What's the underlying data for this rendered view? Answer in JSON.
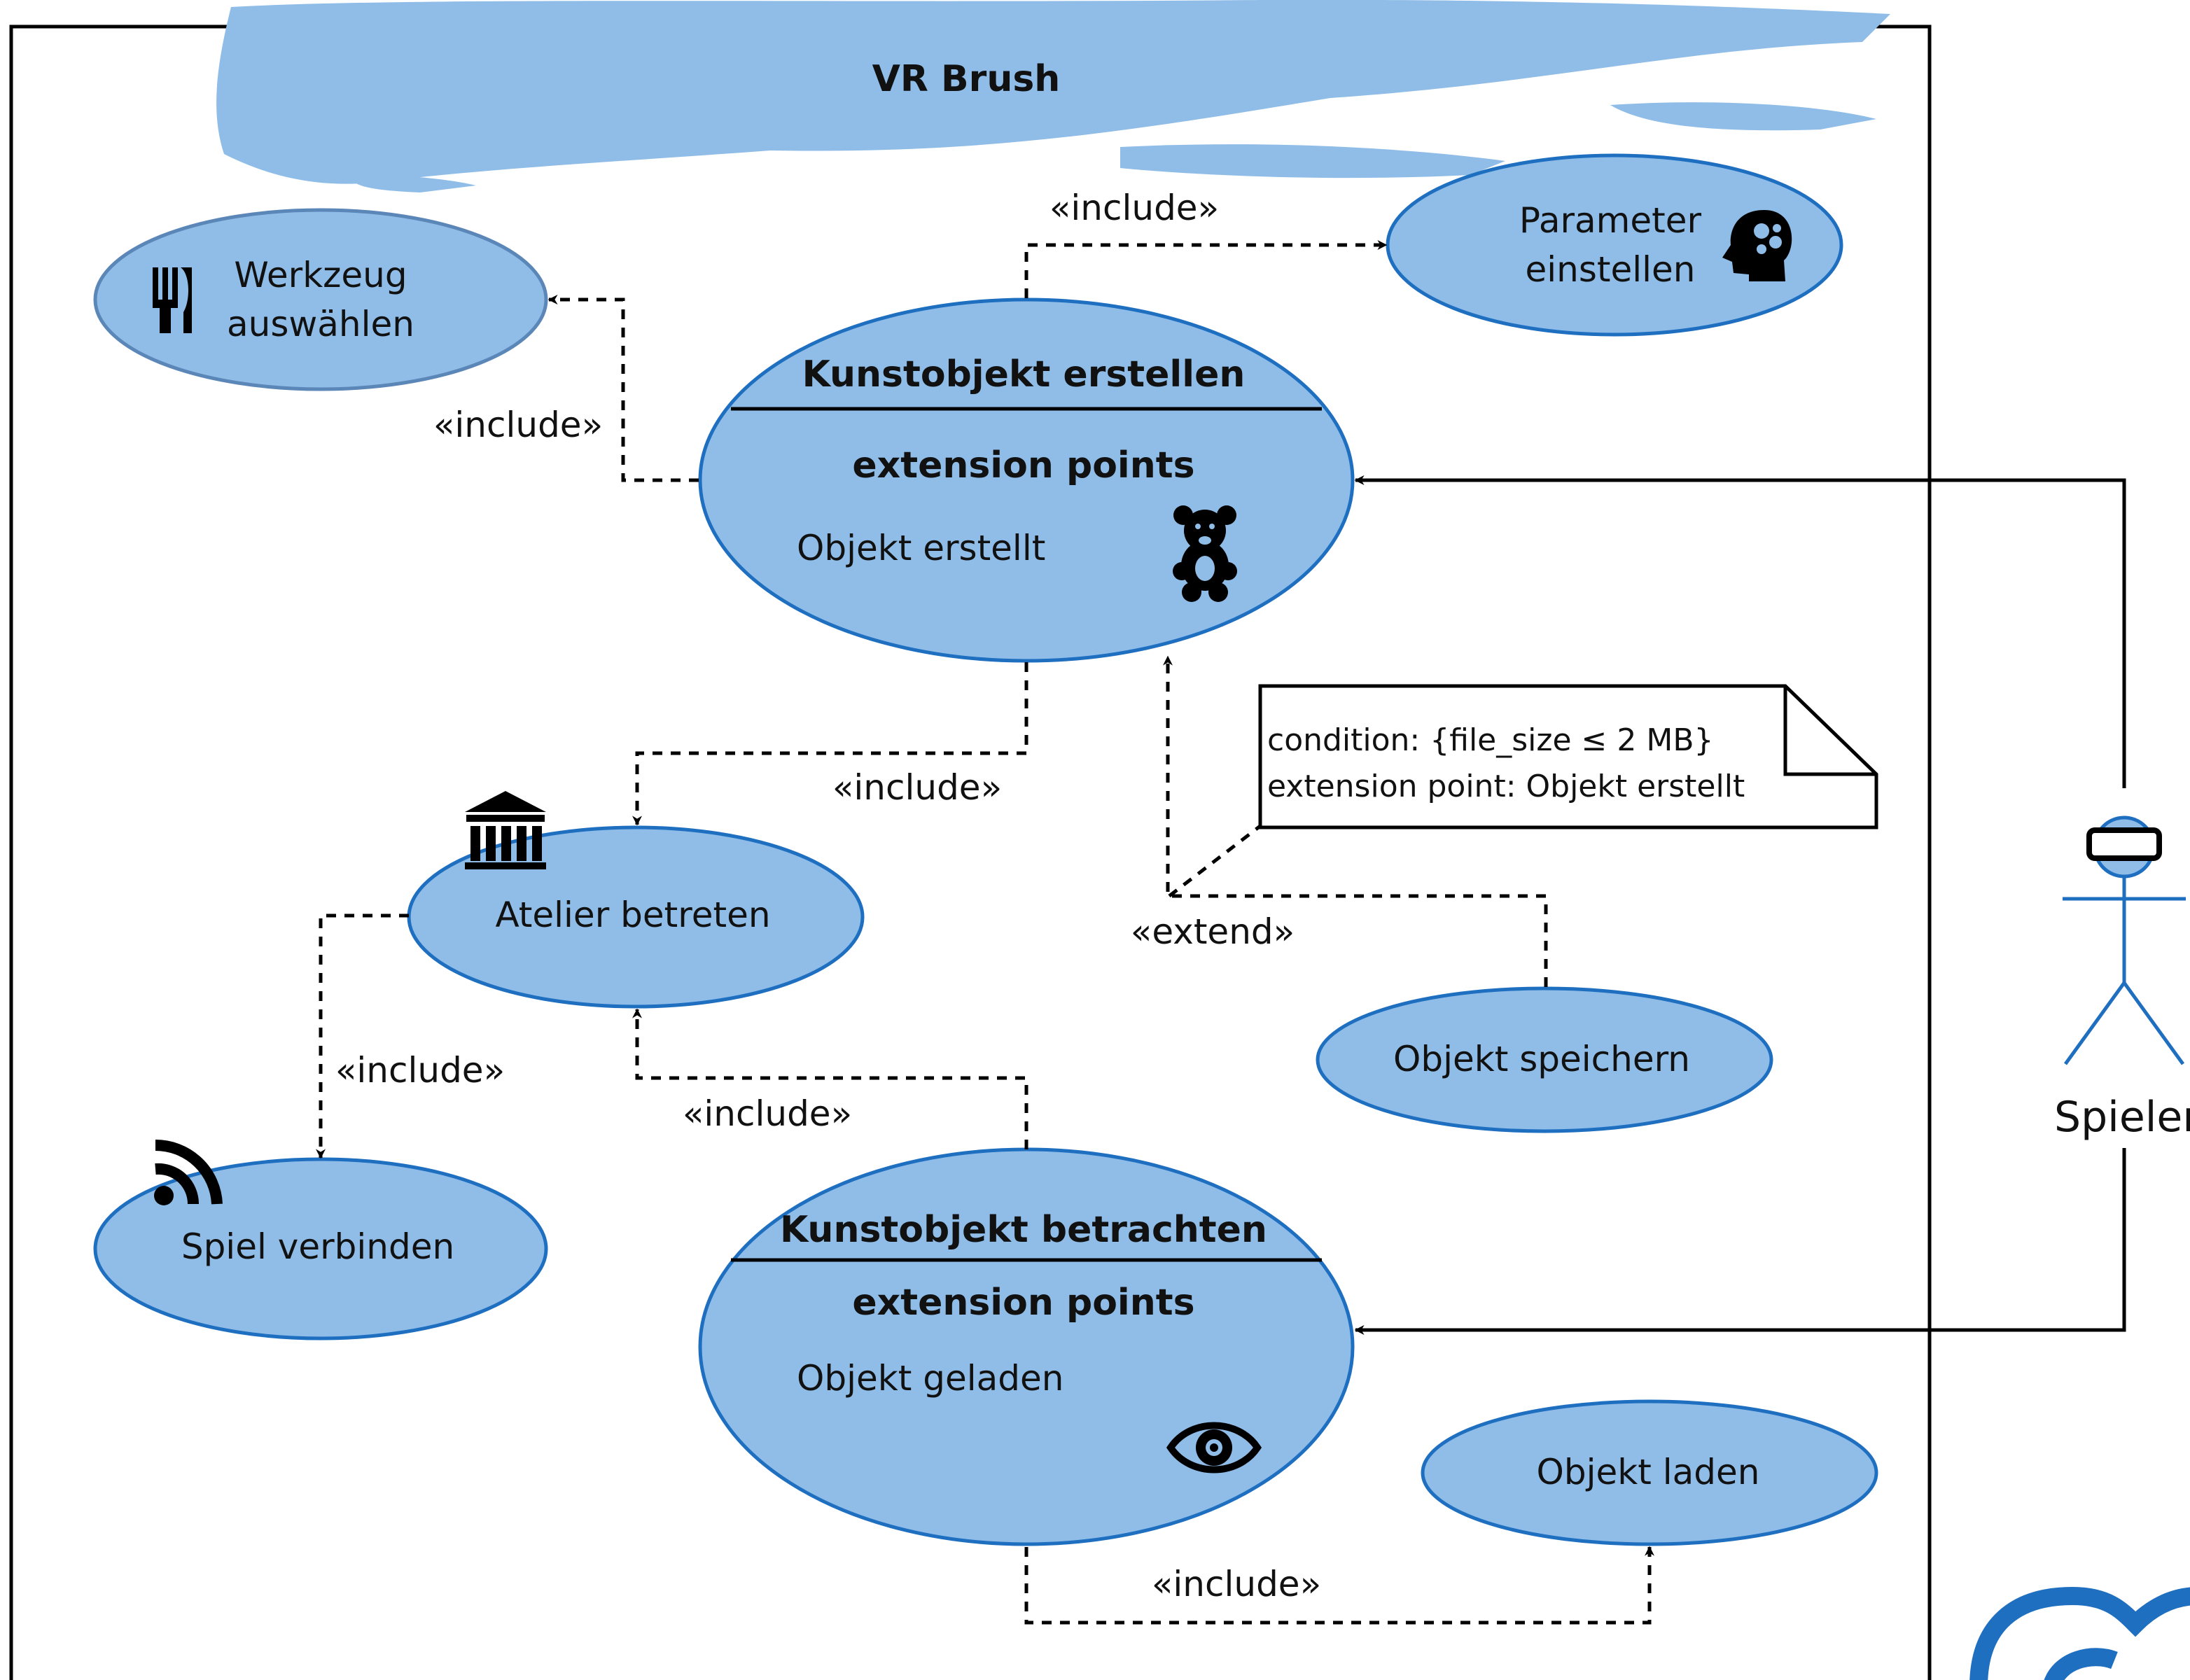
{
  "colors": {
    "fill": "#8fbde8",
    "stroke": "#1f6fc1",
    "line": "#000000",
    "background": "#ffffff"
  },
  "system": {
    "title": "VR Brush"
  },
  "use_cases": {
    "werkzeug": {
      "line1": "Werkzeug",
      "line2": "auswählen",
      "icon": "fork-knife-icon"
    },
    "parameter": {
      "line1": "Parameter",
      "line2": "einstellen",
      "icon": "head-gears-icon"
    },
    "kunst_erstellen": {
      "title": "Kunstobjekt erstellen",
      "ext_heading": "extension points",
      "ext_point": "Objekt erstellt",
      "icon": "teddy-bear-icon"
    },
    "atelier": {
      "label": "Atelier betreten",
      "icon": "museum-icon"
    },
    "spiel": {
      "label": "Spiel verbinden",
      "icon": "rss-icon"
    },
    "speichern": {
      "label": "Objekt speichern"
    },
    "kunst_betrachten": {
      "title": "Kunstobjekt betrachten",
      "ext_heading": "extension points",
      "ext_point": "Objekt geladen",
      "icon": "eye-icon"
    },
    "laden": {
      "label": "Objekt laden"
    }
  },
  "relations": {
    "include_parameter": "«include»",
    "include_werkzeug": "«include»",
    "include_atelier_from_erstellen": "«include»",
    "include_spiel": "«include»",
    "include_atelier_from_betrachten": "«include»",
    "include_laden": "«include»",
    "extend_speichern": "«extend»"
  },
  "note": {
    "line1": "condition: {file_size ≤ 2 MB}",
    "line2": "extension point: Objekt erstellt"
  },
  "actor": {
    "name": "Spieler",
    "icon": "vr-headset-icon"
  }
}
